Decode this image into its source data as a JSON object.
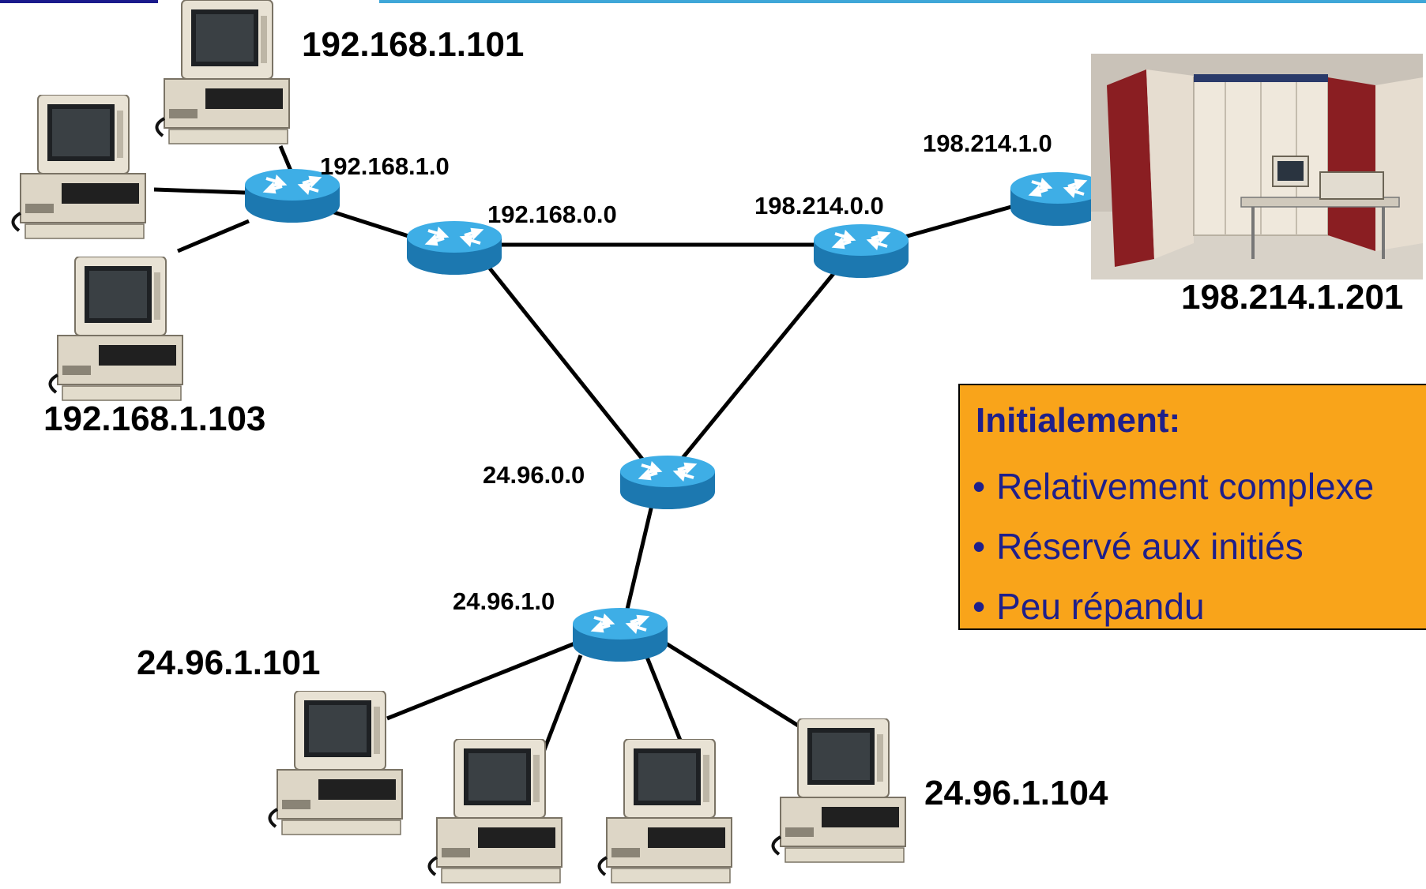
{
  "diagram": {
    "hosts": {
      "pc_101": "192.168.1.101",
      "pc_103": "192.168.1.103",
      "mainframe": "198.214.1.201",
      "pc_24_101": "24.96.1.101",
      "pc_24_104": "24.96.1.104"
    },
    "networks": {
      "r_192_168_1": "192.168.1.0",
      "r_192_168_0": "192.168.0.0",
      "r_198_214_0": "198.214.0.0",
      "r_198_214_1": "198.214.1.0",
      "r_24_96_0": "24.96.0.0",
      "r_24_96_1": "24.96.1.0"
    },
    "icons": {
      "router": "router-icon",
      "pc": "desktop-computer-icon",
      "mainframe": "mainframe-image"
    }
  },
  "callout": {
    "title": "Initialement:",
    "items": [
      "Relativement complexe",
      "Réservé aux initiés",
      "Peu répandu"
    ]
  },
  "colors": {
    "router": "#2b9bd6",
    "callout_bg": "#f9a41a",
    "callout_text": "#1f1f8a",
    "accent_line": "#3fa7d8"
  }
}
